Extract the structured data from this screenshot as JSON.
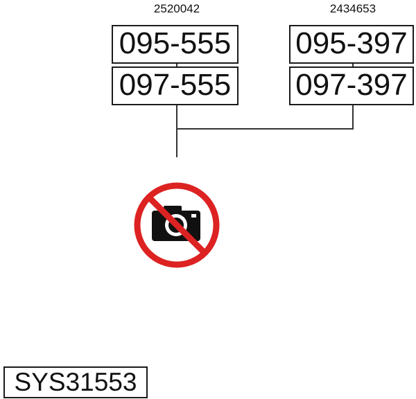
{
  "groups": [
    {
      "id_label": "2520042",
      "parts": [
        "095-555",
        "097-555"
      ]
    },
    {
      "id_label": "2434653",
      "parts": [
        "095-397",
        "097-397"
      ]
    }
  ],
  "no_photo_icon": {
    "icon": "no-camera-icon",
    "circle_color": "#dd2222",
    "camera_color": "#111111"
  },
  "system_code": "SYS31553"
}
